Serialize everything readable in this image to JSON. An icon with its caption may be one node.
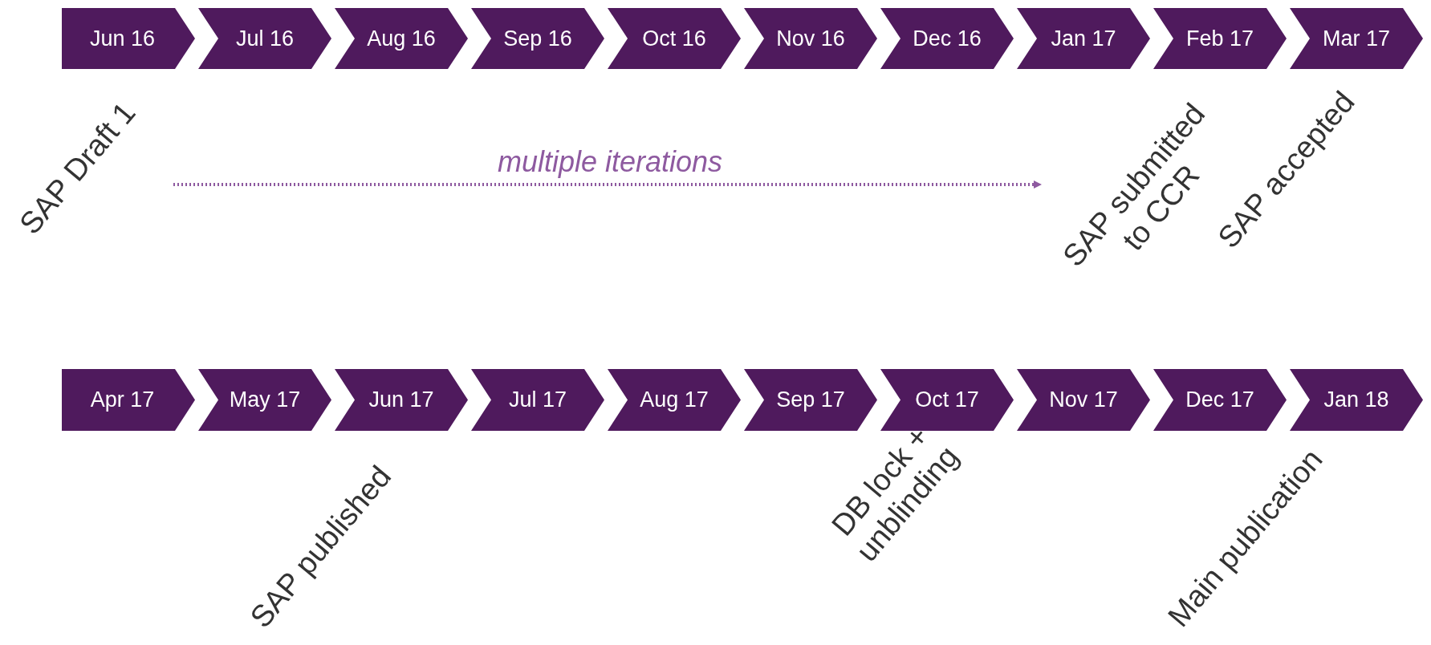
{
  "diagram": {
    "nodes": [
      {
        "text": [
          "Jun 16"
        ]
      },
      {
        "text": [
          "Jul 16"
        ]
      },
      {
        "text": [
          "Aug 16"
        ]
      },
      {
        "text": [
          "Sep 16"
        ]
      },
      {
        "text": [
          "Oct 16"
        ]
      },
      {
        "text": [
          "Nov 16"
        ]
      },
      {
        "text": [
          "Dec 16"
        ]
      },
      {
        "text": [
          "Jan 17"
        ]
      },
      {
        "text": [
          "Feb 17"
        ]
      },
      {
        "text": [
          "Mar 17"
        ]
      },
      {
        "text": [
          "Apr 17"
        ]
      },
      {
        "text": [
          "May 17"
        ]
      },
      {
        "text": [
          "Jun 17"
        ]
      },
      {
        "text": [
          "Jul 17"
        ]
      },
      {
        "text": [
          "Aug 17"
        ]
      },
      {
        "text": [
          "Sep 17"
        ]
      },
      {
        "text": [
          "Oct 17"
        ]
      },
      {
        "text": [
          "Nov 17"
        ]
      },
      {
        "text": [
          "Dec 17"
        ]
      },
      {
        "text": [
          "Jan 18"
        ]
      }
    ],
    "labels": [
      "SAP Draft 1",
      "multiple iterations",
      "SAP submitted to CCR",
      "SAP accepted",
      "SAP published",
      "DB lock + unblinding",
      "Main publication"
    ]
  }
}
